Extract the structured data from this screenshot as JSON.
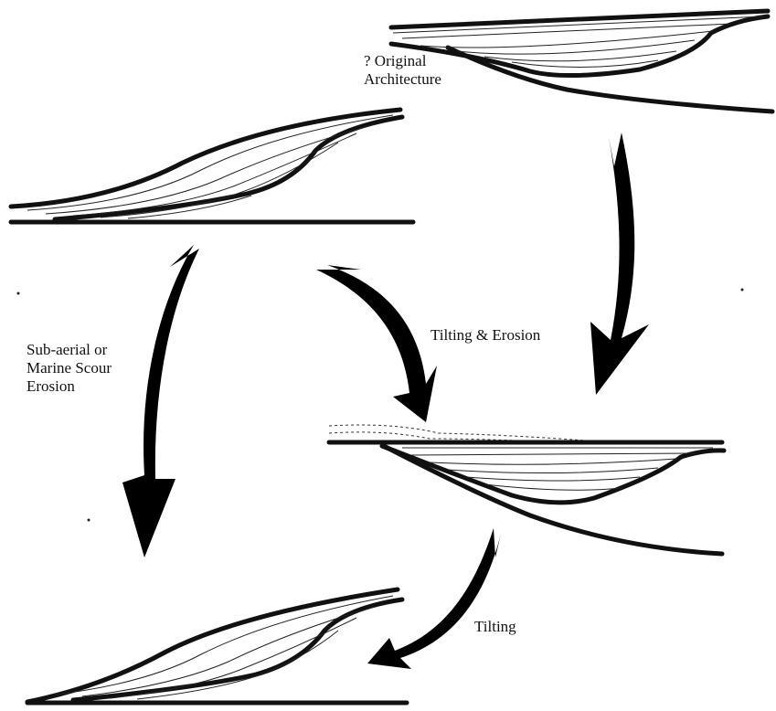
{
  "labels": {
    "original_architecture": [
      "? Original",
      "Architecture"
    ],
    "tilting_erosion": "Tilting & Erosion",
    "subaerial": [
      "Sub-aerial or",
      "Marine Scour",
      "Erosion"
    ],
    "tilting": "Tilting"
  },
  "colors": {
    "ink": "#111111",
    "background": "#ffffff"
  }
}
